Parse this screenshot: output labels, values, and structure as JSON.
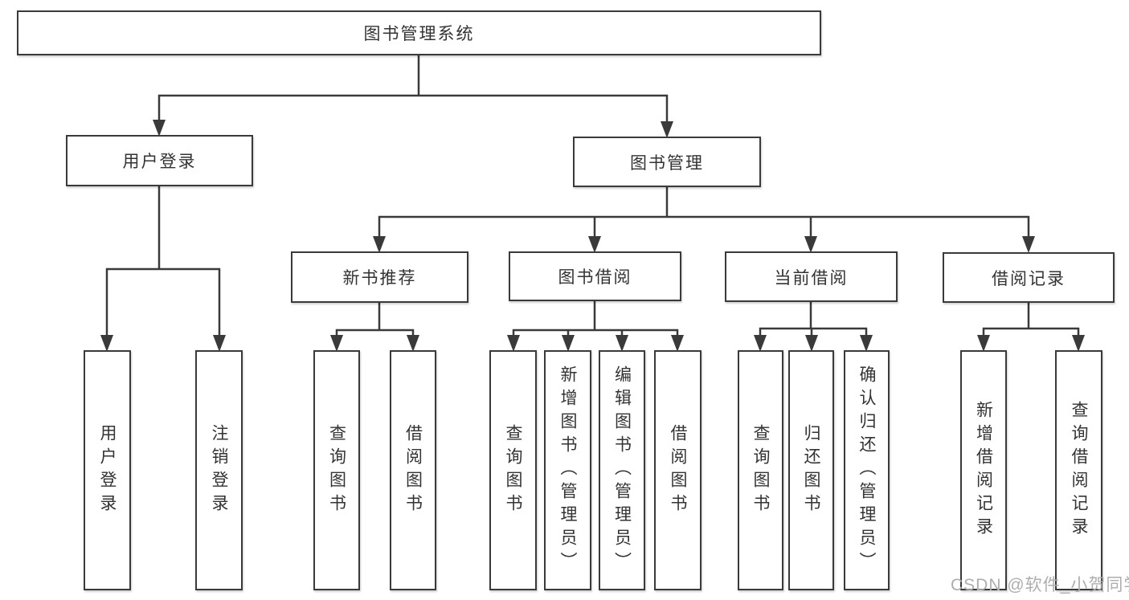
{
  "diagram": {
    "type": "tree",
    "watermark": "CSDN @软件_小贺同学",
    "colors": {
      "line": "#3a3a3a",
      "border": "#3a3a3a",
      "text": "#333333",
      "box_bg": "#ffffff",
      "watermark": "#aeaeae"
    },
    "nodes": {
      "root": {
        "label": "图书管理系统"
      },
      "user_login": {
        "label": "用户登录"
      },
      "book_mgmt": {
        "label": "图书管理"
      },
      "new_book_rec": {
        "label": "新书推荐"
      },
      "book_borrow": {
        "label": "图书借阅"
      },
      "current_borrow": {
        "label": "当前借阅"
      },
      "borrow_record": {
        "label": "借阅记录"
      },
      "leaf_user_login": {
        "label": "用户登录",
        "parent": "用户登录"
      },
      "leaf_logout": {
        "label": "注销登录",
        "parent": "用户登录"
      },
      "leaf_query_book_1": {
        "label": "查询图书",
        "parent": "新书推荐"
      },
      "leaf_borrow_book_1": {
        "label": "借阅图书",
        "parent": "新书推荐"
      },
      "leaf_query_book_2": {
        "label": "查询图书",
        "parent": "图书借阅"
      },
      "leaf_add_book": {
        "label": "新增图书（管理员）",
        "parent": "图书借阅"
      },
      "leaf_edit_book": {
        "label": "编辑图书（管理员）",
        "parent": "图书借阅"
      },
      "leaf_borrow_book_2": {
        "label": "借阅图书",
        "parent": "图书借阅"
      },
      "leaf_query_book_3": {
        "label": "查询图书",
        "parent": "当前借阅"
      },
      "leaf_return_book": {
        "label": "归还图书",
        "parent": "当前借阅"
      },
      "leaf_confirm_return": {
        "label": "确认归还（管理员）",
        "parent": "当前借阅"
      },
      "leaf_add_record": {
        "label": "新增借阅记录",
        "parent": "借阅记录"
      },
      "leaf_query_record": {
        "label": "查询借阅记录",
        "parent": "借阅记录"
      }
    }
  }
}
